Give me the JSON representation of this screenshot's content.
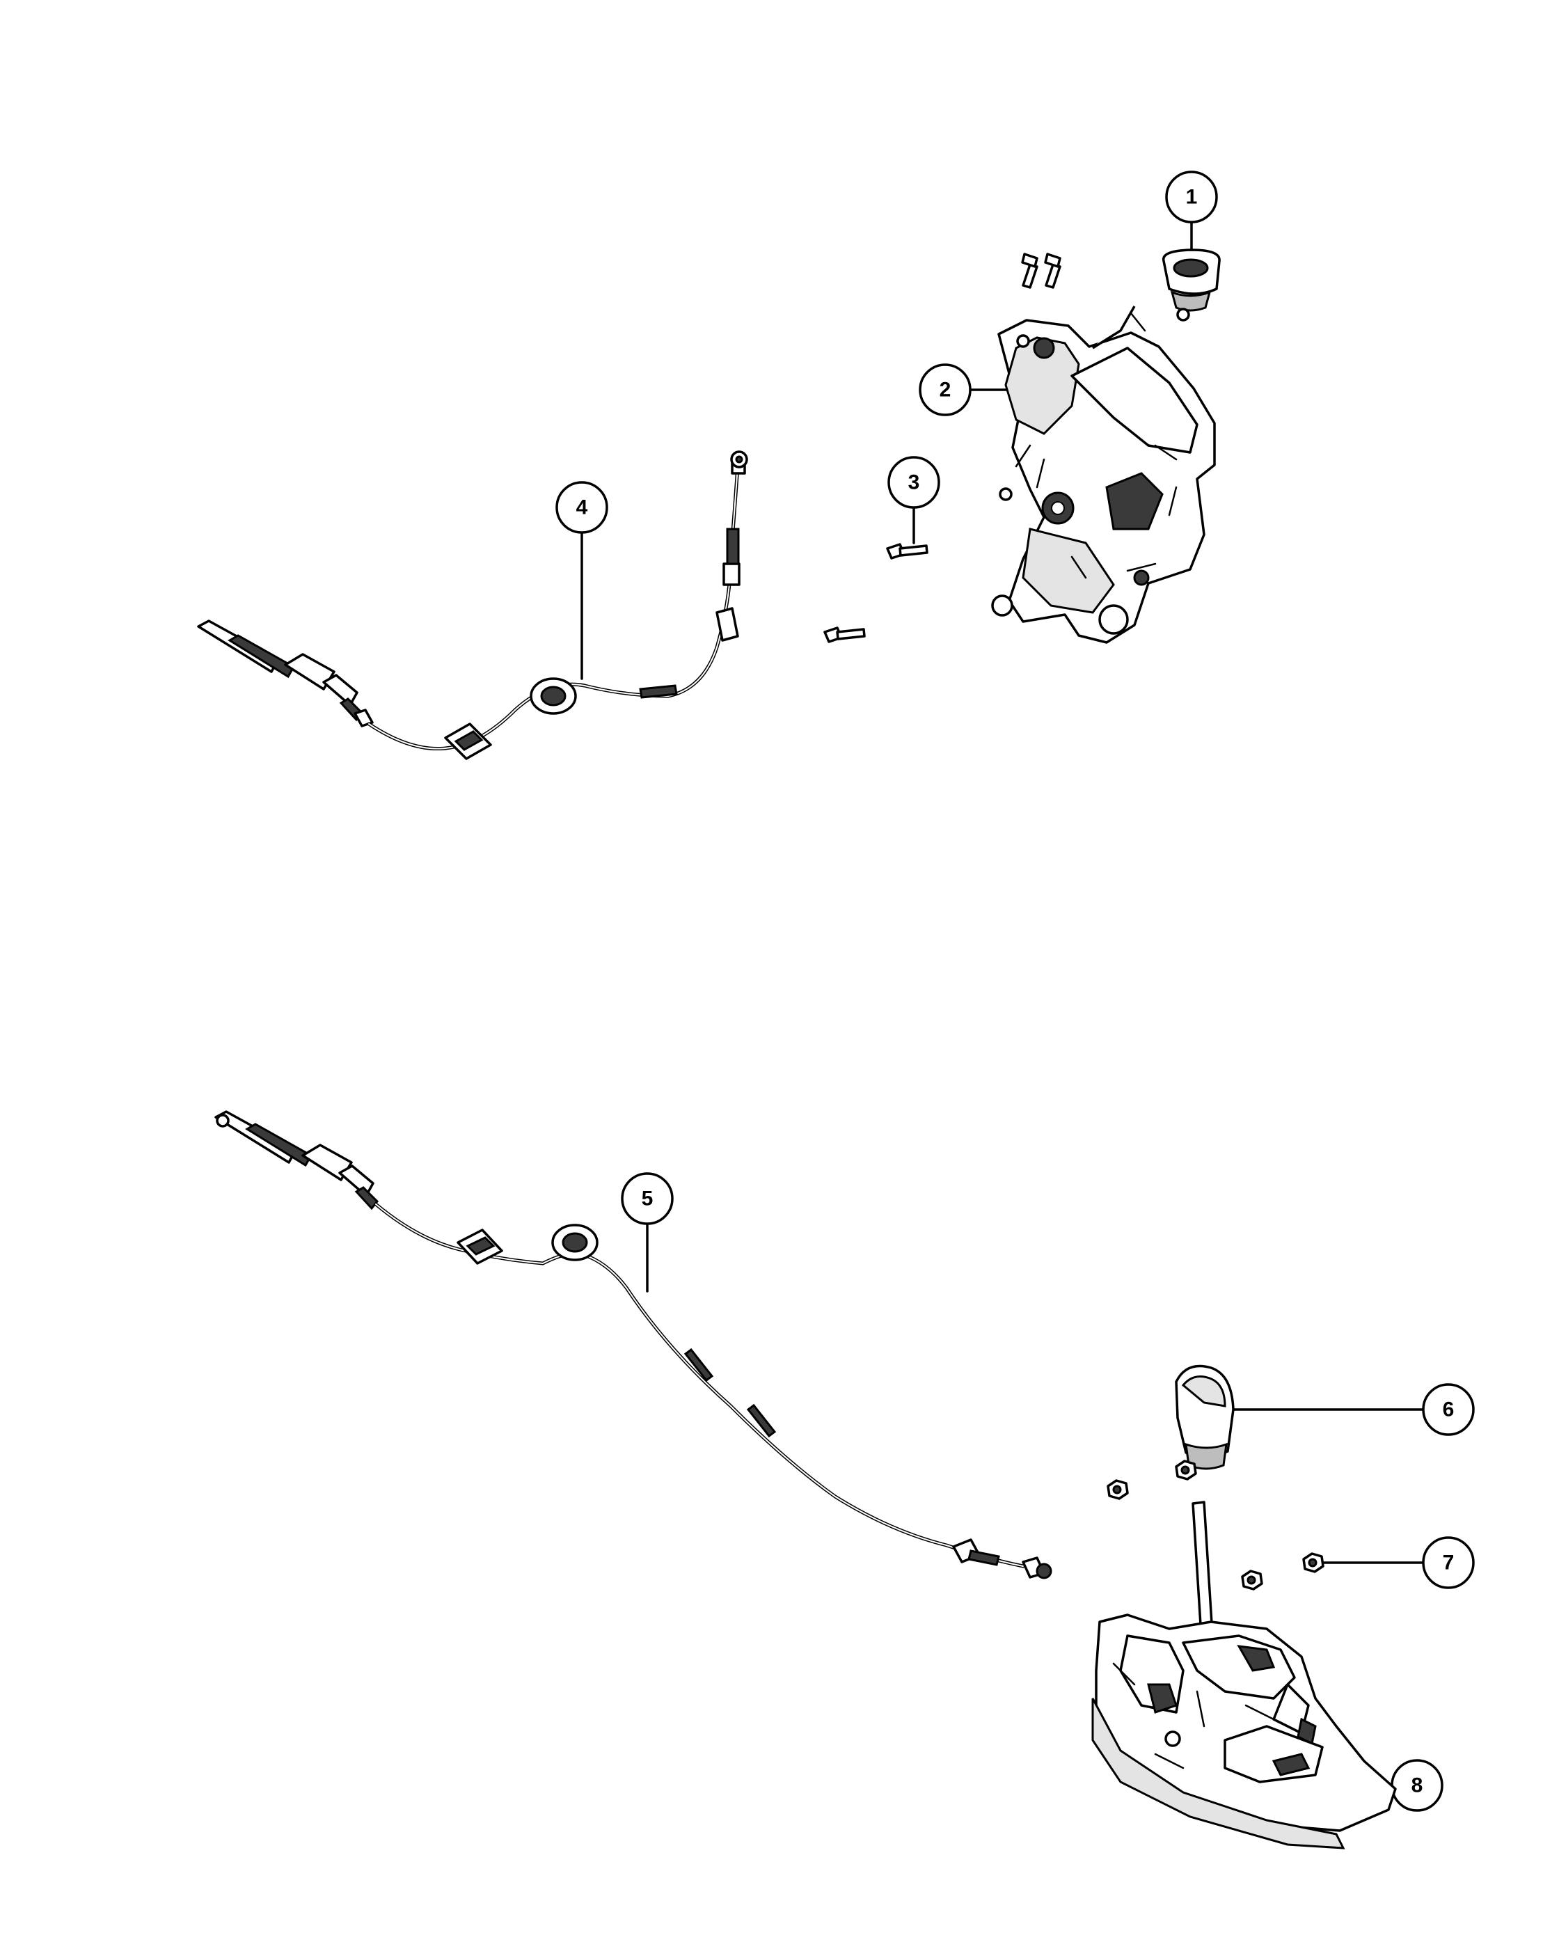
{
  "diagram": {
    "callouts": [
      {
        "id": "1",
        "label": "1"
      },
      {
        "id": "2",
        "label": "2"
      },
      {
        "id": "3",
        "label": "3"
      },
      {
        "id": "4",
        "label": "4"
      },
      {
        "id": "5",
        "label": "5"
      },
      {
        "id": "6",
        "label": "6"
      },
      {
        "id": "7",
        "label": "7"
      },
      {
        "id": "8",
        "label": "8"
      }
    ],
    "parts": [
      {
        "callout": "1",
        "icon": "shift-knob-icon"
      },
      {
        "callout": "2",
        "icon": "shifter-assembly-icon"
      },
      {
        "callout": "3",
        "icon": "bolt-icon"
      },
      {
        "callout": "4",
        "icon": "shift-cable-icon"
      },
      {
        "callout": "5",
        "icon": "shift-cable-icon"
      },
      {
        "callout": "6",
        "icon": "shift-knob-icon"
      },
      {
        "callout": "7",
        "icon": "nut-icon"
      },
      {
        "callout": "8",
        "icon": "shifter-assembly-icon"
      }
    ]
  }
}
